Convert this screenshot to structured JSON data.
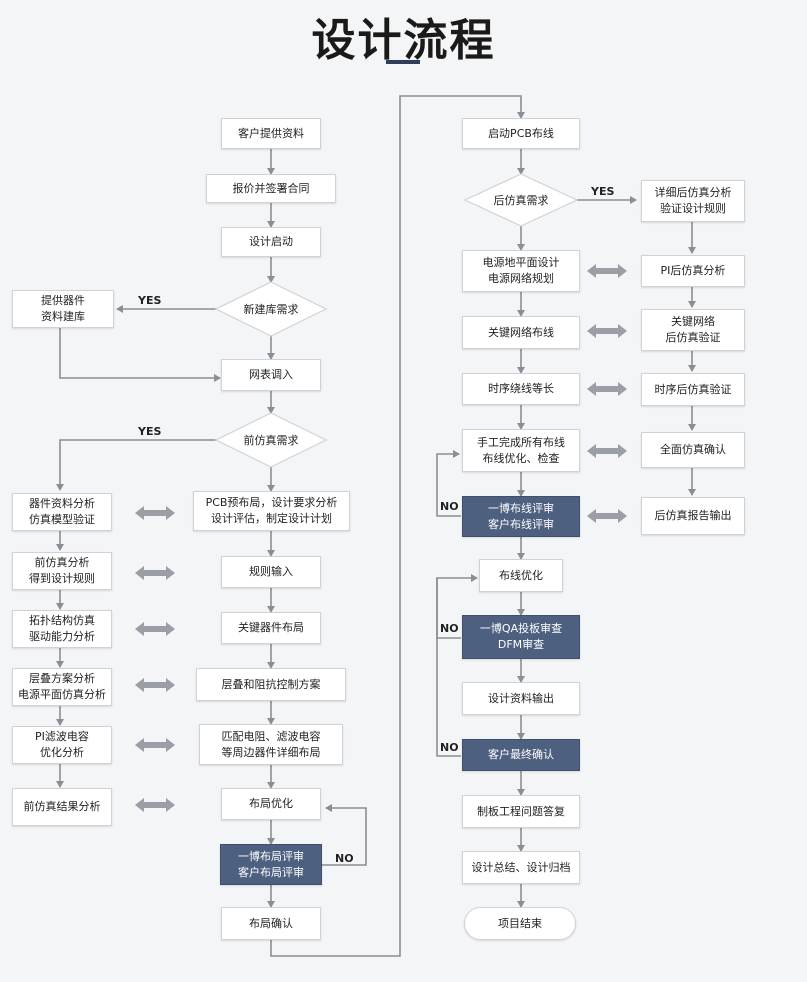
{
  "title": "设计流程",
  "colors": {
    "line": "#8a8f96",
    "arrow": "#9a9fa6",
    "dark_box": "#4e6080",
    "title_underline": "#2e3f5c"
  },
  "labels": {
    "yes": "YES",
    "no": "NO"
  },
  "left_main": {
    "customer_info": "客户提供资料",
    "quote_contract": "报价并签署合同",
    "design_start": "设计启动",
    "new_lib_decision": "新建库需求",
    "netlist_import": "网表调入",
    "pre_sim_decision": "前仿真需求",
    "pcb_prelayout": "PCB预布局，设计要求分析\n设计评估，制定设计计划",
    "rules_input": "规则输入",
    "key_placement": "关键器件布局",
    "stackup_impedance": "层叠和阻抗控制方案",
    "match_filter": "匹配电阻、滤波电容\n等周边器件详细布局",
    "layout_opt": "布局优化",
    "layout_review": "一博布局评审\n客户布局评审",
    "layout_confirm": "布局确认"
  },
  "left_side": {
    "lib_build": "提供器件\n资料建库",
    "model_verify": "器件资料分析\n仿真模型验证",
    "pre_sim_rules": "前仿真分析\n得到设计规则",
    "topology_sim": "拓扑结构仿真\n驱动能力分析",
    "stackup_sim": "层叠方案分析\n电源平面仿真分析",
    "pi_cap": "PI滤波电容\n优化分析",
    "pre_sim_result": "前仿真结果分析"
  },
  "right_main": {
    "start_routing": "启动PCB布线",
    "post_sim_decision": "后仿真需求",
    "power_plane": "电源地平面设计\n电源网络规划",
    "key_net_routing": "关键网络布线",
    "timing_length": "时序绕线等长",
    "manual_routing": "手工完成所有布线\n布线优化、检查",
    "routing_review": "一博布线评审\n客户布线评审",
    "routing_opt": "布线优化",
    "qa_review": "一博QA投板审查\nDFM审查",
    "doc_output": "设计资料输出",
    "final_confirm": "客户最终确认",
    "fab_qa": "制板工程问题答复",
    "summary_archive": "设计总结、设计归档",
    "project_end": "项目结束"
  },
  "right_side": {
    "detailed_post_sim": "详细后仿真分析\n验证设计规则",
    "pi_post_sim": "PI后仿真分析",
    "key_net_post_sim": "关键网络\n后仿真验证",
    "timing_post_sim": "时序后仿真验证",
    "full_sim_confirm": "全面仿真确认",
    "post_sim_report": "后仿真报告输出"
  }
}
